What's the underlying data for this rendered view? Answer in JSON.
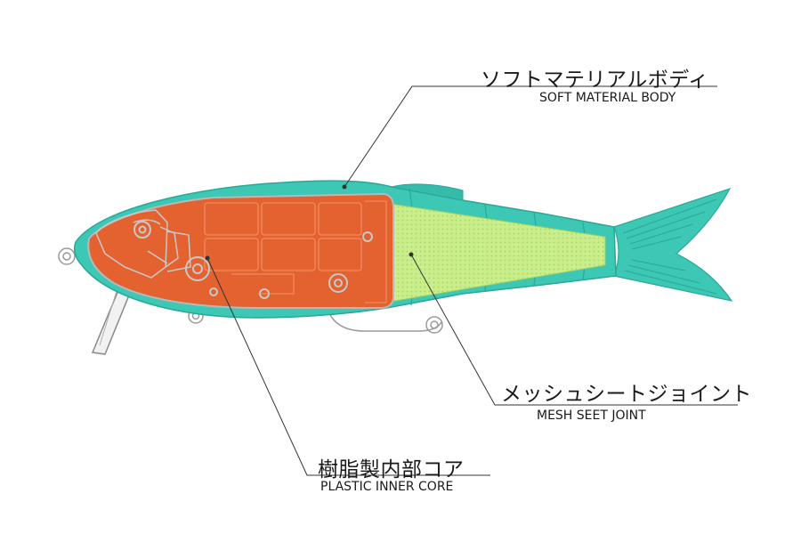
{
  "labels": {
    "soft_body": {
      "jp": "ソフトマテリアルボディ",
      "en": "SOFT MATERIAL BODY"
    },
    "mesh_joint": {
      "jp": "メッシュシートジョイント",
      "en": "MESH SEET JOINT"
    },
    "inner_core": {
      "jp": "樹脂製内部コア",
      "en": "PLASTIC INNER CORE"
    }
  },
  "colors": {
    "body": "#3cc8b4",
    "body_dark": "#2aa897",
    "core": "#e4622f",
    "core_line": "#f08a5e",
    "mesh": "#c9ec8a",
    "outline": "#9a9a9a",
    "leader": "#333333"
  }
}
